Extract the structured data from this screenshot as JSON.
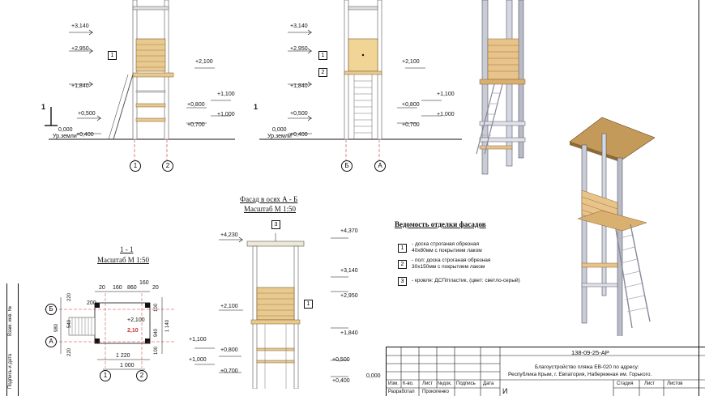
{
  "top_left_levels": [
    "+3,140",
    "+2,950",
    "+2,100",
    "+1,840",
    "+1,100",
    "+0,800",
    "+1,000",
    "+0,700",
    "+0,500",
    "0,000",
    "Ур.земли",
    "+0,400"
  ],
  "top_left_tag": "1",
  "section_mark": "1",
  "axes_top_left": [
    "1",
    "2"
  ],
  "top_mid_levels": [
    "+3,140",
    "+2,950",
    "+2,100",
    "+1,840",
    "+1,100",
    "+0,800",
    "+1,000",
    "+0,700",
    "+0,500",
    "0,000",
    "Ур.земли",
    "+0,400"
  ],
  "top_mid_tags": [
    "1",
    "2"
  ],
  "section_mark_2": "1",
  "axes_top_mid": [
    "Б",
    "А"
  ],
  "facade_title_line1": "Фасад  в осях  А - Б",
  "facade_title_line2": "Масштаб  М 1:50",
  "facade_levels": [
    "+4,230",
    "+4,370",
    "+3,140",
    "+2,950",
    "+2,100",
    "+1,840",
    "+1,100",
    "+1,000",
    "+0,800",
    "+0,700",
    "+0,500",
    "0,000",
    "+0,400"
  ],
  "facade_tags": [
    "3",
    "1"
  ],
  "plan_title_line1": "1 - 1",
  "plan_title_line2": "Масштаб  М 1:50",
  "plan_dims": {
    "top": [
      "20",
      "160",
      "860",
      "160"
    ],
    "top_small": "20",
    "left": [
      "220",
      "200",
      "540",
      "980",
      "220"
    ],
    "right": [
      "100",
      "940",
      "100",
      "1 140"
    ],
    "bottom": [
      "1 220",
      "1 000"
    ],
    "inner_levels": [
      "+2,100",
      "2,10"
    ]
  },
  "plan_axes": {
    "left": [
      "Б",
      "А"
    ],
    "bottom": [
      "1",
      "2"
    ]
  },
  "legend_title": "Ведомость отделки фасадов",
  "legend": [
    {
      "num": "1",
      "text1": "- доска строганая обрезная",
      "text2": "40x80мм с покрытием лаком"
    },
    {
      "num": "2",
      "text1": "- пол: доска строганая обрезная",
      "text2": "30x150мм с покрытием лаком"
    },
    {
      "num": "3",
      "text1": "- кровля:  ДСП/пластик, (цвет: светло-серый)",
      "text2": ""
    }
  ],
  "side_labels": [
    "Взам. инв. №",
    "Подпись и дата"
  ],
  "stamp": {
    "code": "138-09-25-АР",
    "desc1": "Благоустройство пляжа ЕВ-020 по  адресу:",
    "desc2": "Республика  Крым,  г. Евпатория,  Набережная  им. Горького.",
    "headers": [
      "Изм.",
      "К-во.",
      "Лист",
      "№док.",
      "Подпись",
      "Дата"
    ],
    "row_role": "Разработал",
    "row_name": "Прокопенко",
    "cols": [
      "Стадия",
      "Лист",
      "Листов"
    ],
    "partial": "И"
  }
}
